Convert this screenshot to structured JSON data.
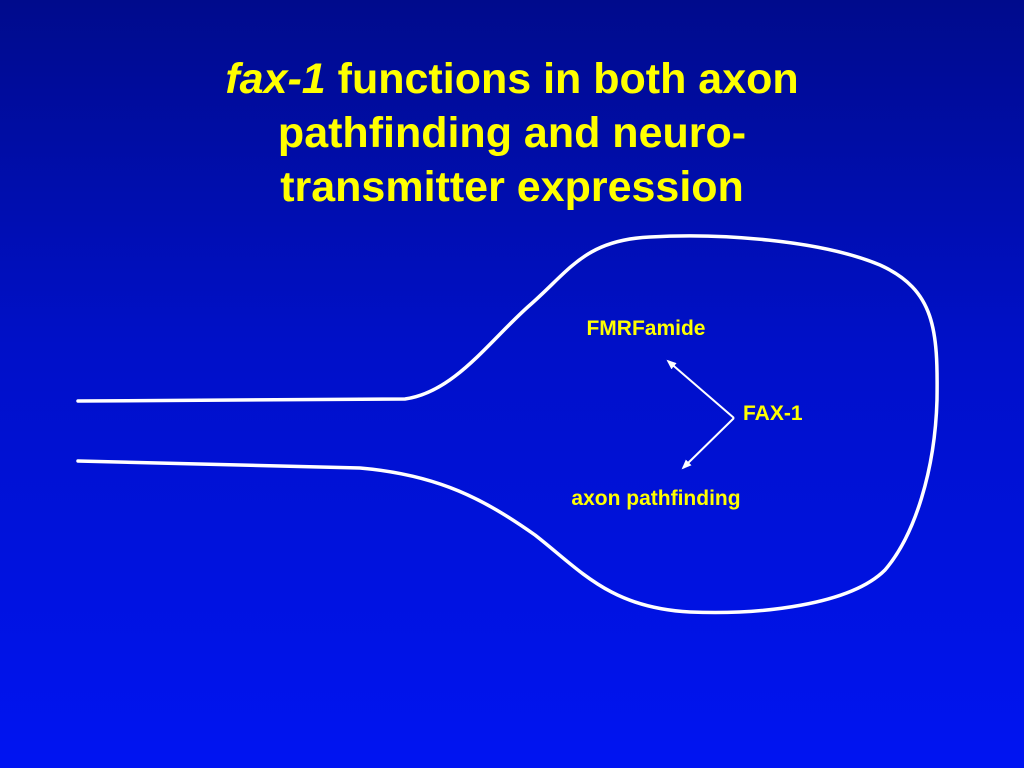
{
  "title": {
    "gene_name": "fax-1",
    "text_line1": "functions in both axon",
    "text_line2": "pathfinding and neuro-",
    "text_line3": "transmitter expression"
  },
  "diagram": {
    "labels": {
      "fmrfamide": "FMRFamide",
      "fax1": "FAX-1",
      "axon_pathfinding": "axon pathfinding"
    },
    "colors": {
      "background_top": "#000b8c",
      "background_bottom": "#0014f2",
      "title_text": "#ffff00",
      "label_text": "#ffff00",
      "outline": "#ffffff",
      "arrow": "#ffffff"
    }
  }
}
